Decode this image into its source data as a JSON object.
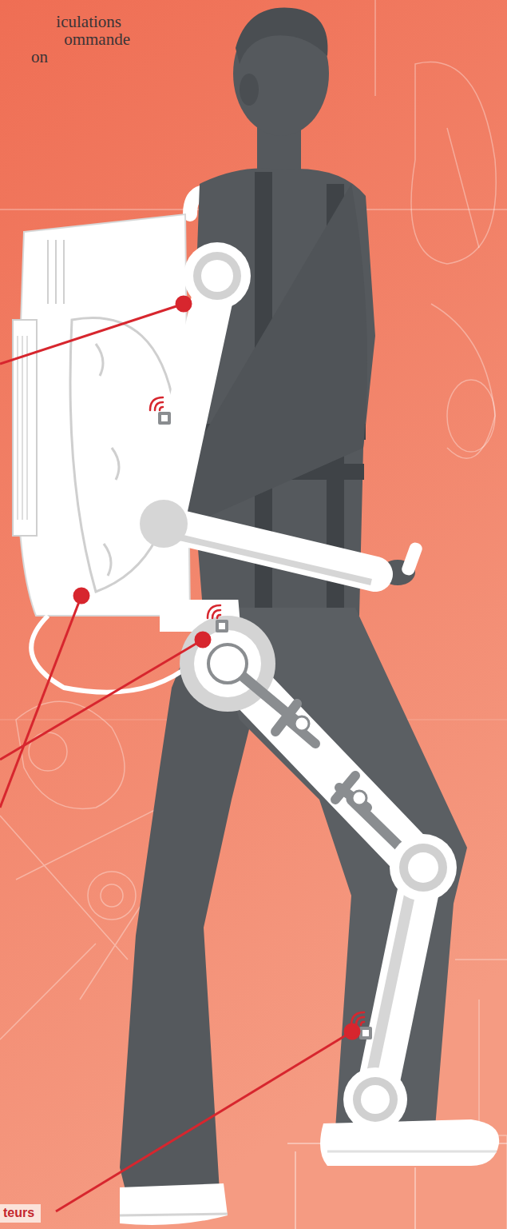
{
  "diagram": {
    "nodes": [
      {
        "text": [
          "teurs"
        ]
      }
    ],
    "labels": [
      "iculations",
      "ommande",
      "on"
    ]
  }
}
